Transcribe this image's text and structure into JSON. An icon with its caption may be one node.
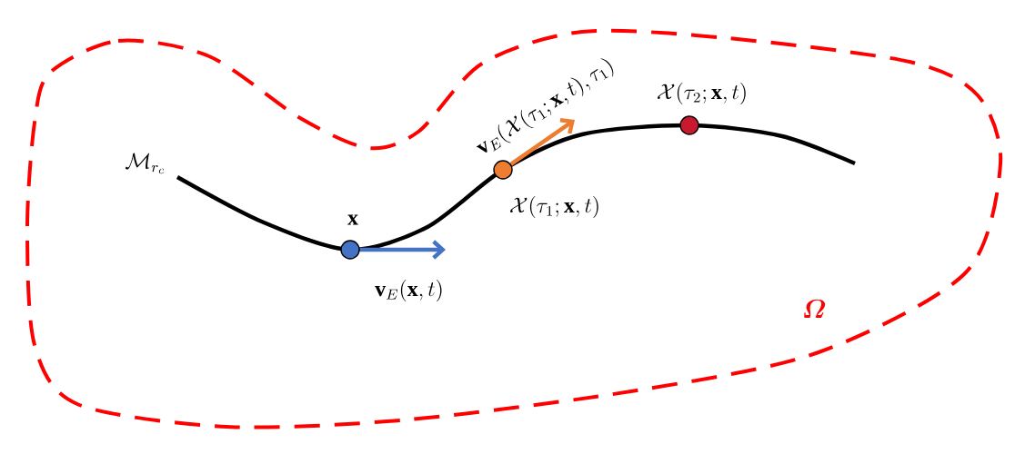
{
  "diagram": {
    "nodes": [
      {
        "text": [
          "\\boldsymbol{\\varOmega}"
        ]
      },
      {
        "text": [],
        "shape": "circle",
        "in": 0,
        "beside": [
          "\\mathbf{x}"
        ]
      },
      {
        "text": [],
        "shape": "circle",
        "in": 0,
        "beside": [
          "\\mathcal{X}(\\tau_1;\\mathbf{x},t)"
        ]
      },
      {
        "text": [],
        "shape": "circle",
        "in": 0,
        "beside": [
          "\\mathcal{X}(\\tau_2;\\mathbf{x},t)"
        ]
      }
    ],
    "edges": [
      {
        "from": 1,
        "to": null,
        "arrow": "to",
        "color": "#4472c4",
        "label": "\\mathbf{v}_E(\\mathbf{x},t)"
      },
      {
        "from": 2,
        "to": null,
        "arrow": "to",
        "color": "#ed7d31",
        "label": "\\mathbf{v}_E(\\mathcal{X}(\\tau_1;\\mathbf{x},t),\\tau_1)"
      }
    ],
    "labels": [
      "\\mathcal{M}_{r_c}"
    ]
  }
}
